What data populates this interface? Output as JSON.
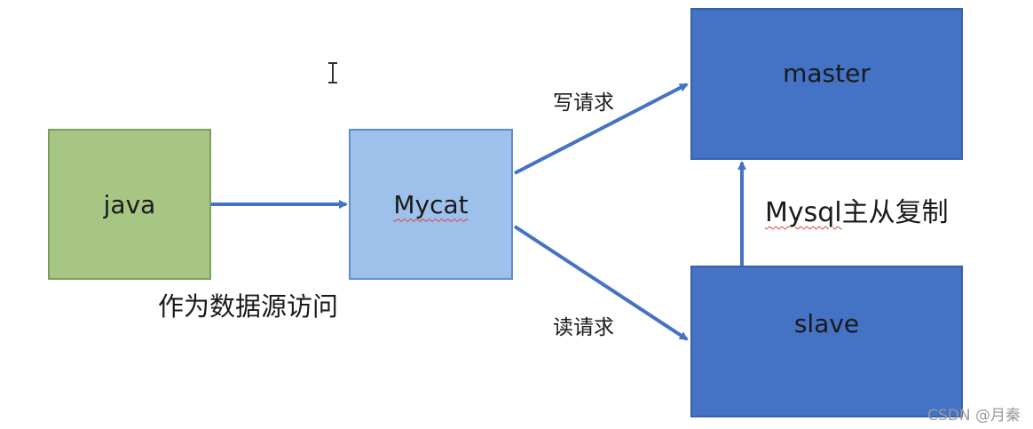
{
  "nodes": {
    "java": {
      "label": "java"
    },
    "mycat": {
      "label": "Mycat"
    },
    "master": {
      "label": "master"
    },
    "slave": {
      "label": "slave"
    }
  },
  "labels": {
    "java_caption": "作为数据源访问",
    "write_request": "写请求",
    "read_request": "读请求",
    "replication_mysql": "Mysql",
    "replication_rest": "主从复制"
  },
  "watermark": "CSDN @月秦",
  "colors": {
    "java_fill": "#a7c583",
    "mycat_fill": "#9dc1ea",
    "db_fill": "#4472c4",
    "arrow": "#4472c4"
  }
}
